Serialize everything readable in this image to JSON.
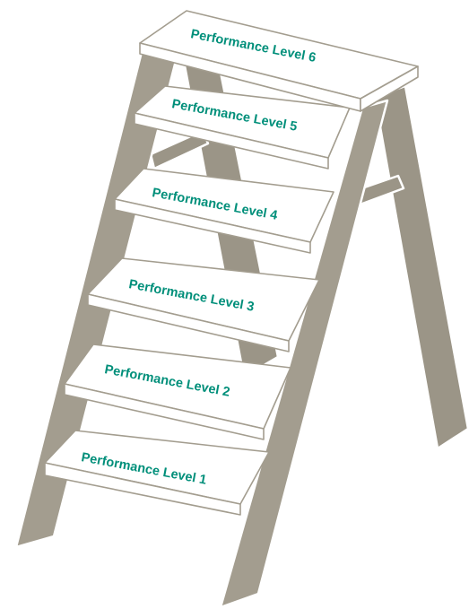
{
  "ladder": {
    "accent_color": "#008f7a",
    "wood_color": "#a39d8f",
    "steps": [
      {
        "label": "Performance Level 1"
      },
      {
        "label": "Performance Level 2"
      },
      {
        "label": "Performance Level 3"
      },
      {
        "label": "Performance Level 4"
      },
      {
        "label": "Performance Level 5"
      },
      {
        "label": "Performance Level 6"
      }
    ]
  }
}
